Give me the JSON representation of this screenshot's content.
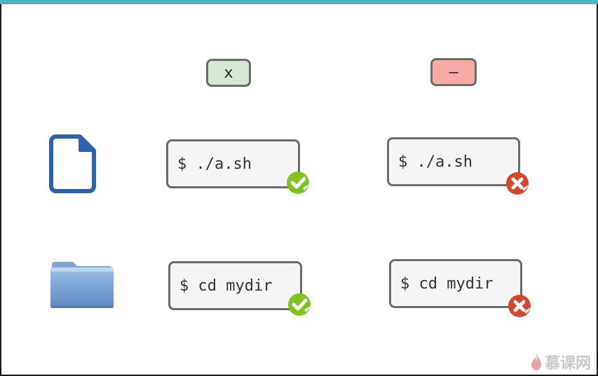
{
  "permissions": {
    "execute_label": "x",
    "none_label": "–"
  },
  "commands": {
    "file_exec_allowed": "$ ./a.sh",
    "file_exec_denied": "$ ./a.sh",
    "dir_cd_allowed": "$ cd mydir",
    "dir_cd_denied": "$ cd mydir"
  },
  "icons": {
    "file": "file-icon",
    "folder": "folder-icon",
    "success": "check-badge-icon",
    "failure": "cross-badge-icon"
  },
  "colors": {
    "accent_bar": "#4fb3bf",
    "execute_bg": "#d5e8d4",
    "none_bg": "#f8aba6",
    "success": "#7fc41c",
    "failure": "#d9452c",
    "file_blue": "#2f5fb3"
  },
  "watermark": {
    "text": "慕课网"
  }
}
